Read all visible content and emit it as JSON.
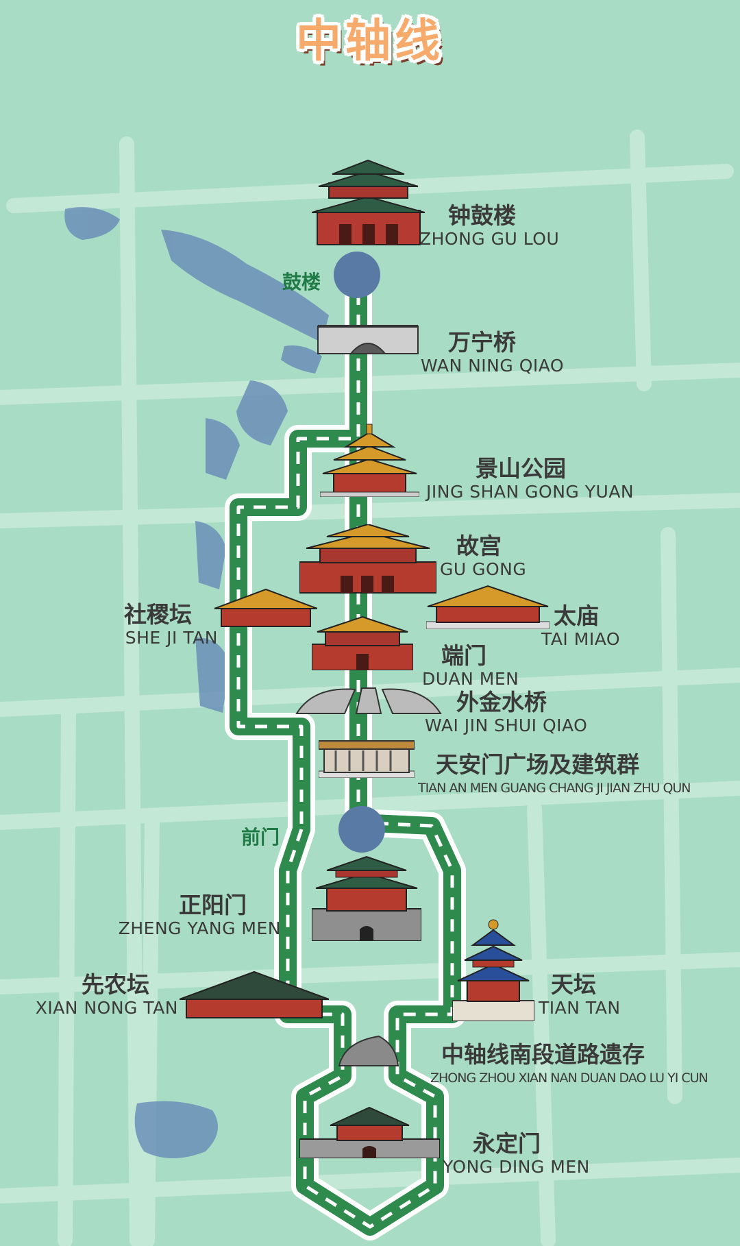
{
  "title": "中轴线",
  "stations": [
    {
      "id": "gulou",
      "label": "鼓楼"
    },
    {
      "id": "qianmen",
      "label": "前门"
    }
  ],
  "sites": [
    {
      "id": "zhong-gu-lou",
      "cn": "钟鼓楼",
      "py": "ZHONG GU LOU"
    },
    {
      "id": "wan-ning-qiao",
      "cn": "万宁桥",
      "py": "WAN NING QIAO"
    },
    {
      "id": "jing-shan",
      "cn": "景山公园",
      "py": "JING SHAN GONG YUAN"
    },
    {
      "id": "gu-gong",
      "cn": "故宫",
      "py": "GU GONG"
    },
    {
      "id": "she-ji-tan",
      "cn": "社稷坛",
      "py": "SHE JI TAN"
    },
    {
      "id": "tai-miao",
      "cn": "太庙",
      "py": "TAI MIAO"
    },
    {
      "id": "duan-men",
      "cn": "端门",
      "py": "DUAN MEN"
    },
    {
      "id": "wai-jin-shui-qiao",
      "cn": "外金水桥",
      "py": "WAI JIN SHUI QIAO"
    },
    {
      "id": "tian-an-men",
      "cn": "天安门广场及建筑群",
      "py": "TIAN AN MEN GUANG CHANG JI JIAN ZHU QUN"
    },
    {
      "id": "zheng-yang-men",
      "cn": "正阳门",
      "py": "ZHENG YANG MEN"
    },
    {
      "id": "xian-nong-tan",
      "cn": "先农坛",
      "py": "XIAN NONG TAN"
    },
    {
      "id": "tian-tan",
      "cn": "天坛",
      "py": "TIAN TAN"
    },
    {
      "id": "south-road",
      "cn": "中轴线南段道路遗存",
      "py": "ZHONG ZHOU XIAN NAN DUAN DAO LU YI CUN"
    },
    {
      "id": "yong-ding-men",
      "cn": "永定门",
      "py": "YONG DING MEN"
    }
  ],
  "colors": {
    "background": "#a9dcc4",
    "road": "#c3e8d6",
    "water": "#6c8fb8",
    "route": "#2f8a4e",
    "station": "#5a7aa6",
    "title": "#f6ab6c"
  }
}
